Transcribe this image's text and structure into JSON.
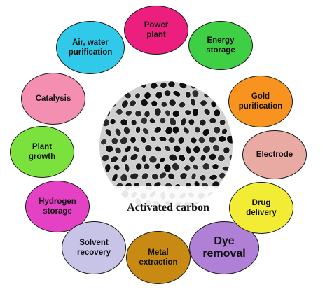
{
  "center": {
    "label": "Activated carbon"
  },
  "applications": [
    {
      "id": "power-plant",
      "label": "Power plant",
      "lines": [
        "Power",
        "plant"
      ],
      "color": "#ec1f7f",
      "large": false
    },
    {
      "id": "energy-storage",
      "label": "Energy storage",
      "lines": [
        "Energy",
        "storage"
      ],
      "color": "#3fcf45",
      "large": false
    },
    {
      "id": "gold-purification",
      "label": "Gold purification",
      "lines": [
        "Gold",
        "purification"
      ],
      "color": "#f7931e",
      "large": false
    },
    {
      "id": "electrode",
      "label": "Electrode",
      "lines": [
        "Electrode"
      ],
      "color": "#e8aaa2",
      "large": false
    },
    {
      "id": "drug-delivery",
      "label": "Drug delivery",
      "lines": [
        "Drug",
        "delivery"
      ],
      "color": "#f3ec35",
      "large": false
    },
    {
      "id": "dye-removal",
      "label": "Dye removal",
      "lines": [
        "Dye",
        "removal"
      ],
      "color": "#b07fd6",
      "large": true
    },
    {
      "id": "metal-extraction",
      "label": "Metal extraction",
      "lines": [
        "Metal",
        "extraction"
      ],
      "color": "#c88a12",
      "large": false
    },
    {
      "id": "solvent-recovery",
      "label": "Solvent recovery",
      "lines": [
        "Solvent",
        "recovery"
      ],
      "color": "#c7c4e8",
      "large": false
    },
    {
      "id": "hydrogen-storage",
      "label": "Hydrogen storage",
      "lines": [
        "Hydrogen",
        "storage"
      ],
      "color": "#e541c4",
      "large": false
    },
    {
      "id": "plant-growth",
      "label": "Plant growth",
      "lines": [
        "Plant",
        "growth"
      ],
      "color": "#7be23d",
      "large": false
    },
    {
      "id": "catalysis",
      "label": "Catalysis",
      "lines": [
        "Catalysis"
      ],
      "color": "#f48fb1",
      "large": false
    },
    {
      "id": "air-water-purification",
      "label": "Air, water purification",
      "lines": [
        "Air, water",
        "purification"
      ],
      "color": "#30c9ea",
      "large": false
    }
  ]
}
